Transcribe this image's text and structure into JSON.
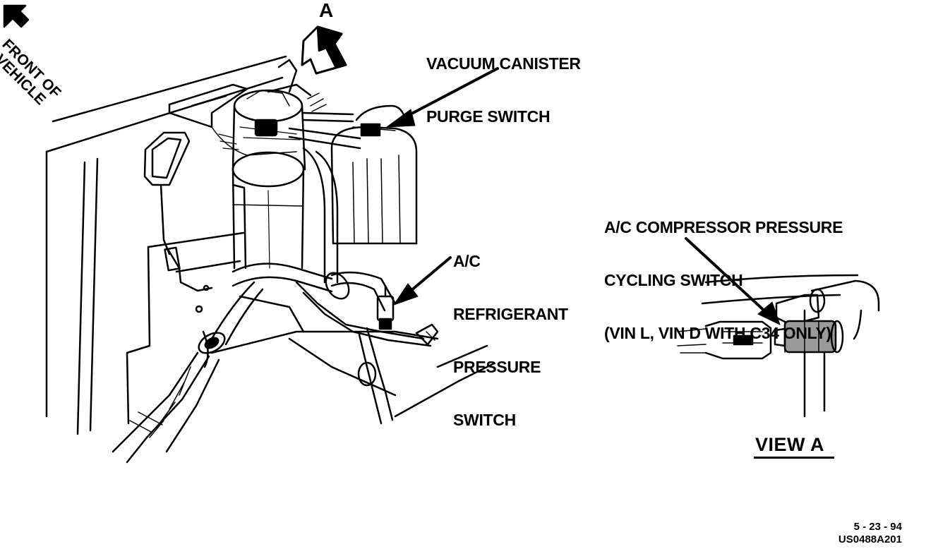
{
  "diagram": {
    "front_label": [
      "FRONT OF",
      "VEHICLE"
    ],
    "view_marker": "A",
    "vacuum_label": [
      "VACUUM CANISTER",
      "PURGE SWITCH"
    ],
    "refrigerant_label": [
      "A/C",
      "REFRIGERANT",
      "PRESSURE",
      "SWITCH"
    ],
    "compressor_label": [
      "A/C COMPRESSOR PRESSURE",
      "CYCLING SWITCH",
      "(VIN L, VIN D WITH C34 ONLY)"
    ],
    "view_title": "VIEW A",
    "date_code": "5 - 23 - 94",
    "figure_code": "US0488A201"
  }
}
